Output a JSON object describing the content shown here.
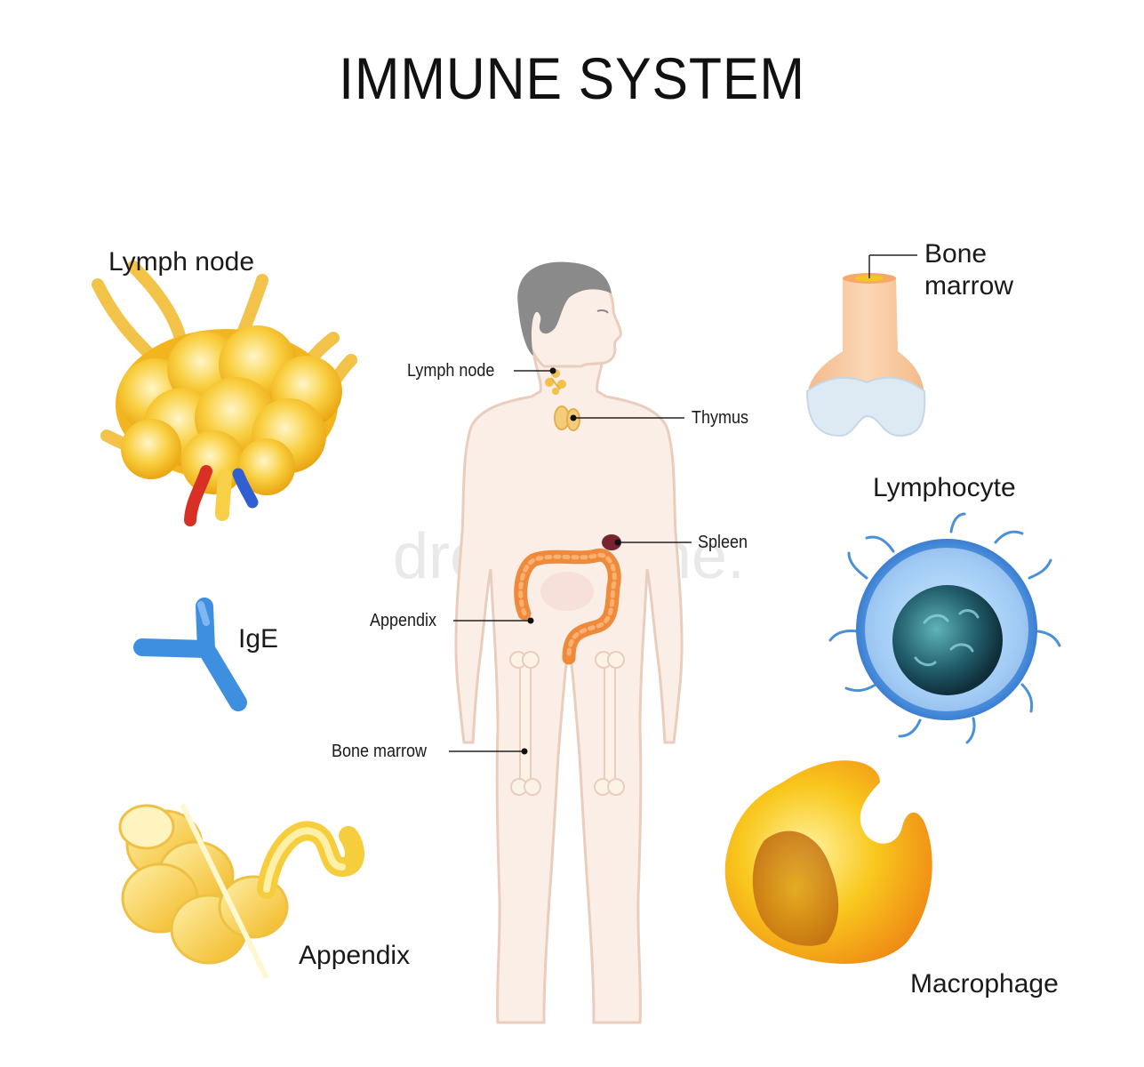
{
  "title": "IMMUNE SYSTEM",
  "watermark": "dreamstime.",
  "panels": {
    "lymph_node": "Lymph node",
    "ige": "IgE",
    "appendix": "Appendix",
    "bone_marrow": "Bone\nmarrow",
    "lymphocyte": "Lymphocyte",
    "macrophage": "Macrophage"
  },
  "body_callouts": {
    "lymph_node": "Lymph node",
    "thymus": "Thymus",
    "spleen": "Spleen",
    "appendix": "Appendix",
    "bone_marrow": "Bone marrow"
  },
  "colors": {
    "skin": "#fbeee6",
    "skin_outline": "#e9cdbd",
    "hair": "#8a8a8a",
    "lymph_yellow": "#f7c62e",
    "lymph_light": "#fde68a",
    "artery_red": "#d93025",
    "vein_blue": "#2f5fd0",
    "ige_blue": "#3f8fe0",
    "lymphocyte_blue": "#4a90d9",
    "nucleus_teal": "#2b6d7a",
    "bone_cream": "#f6c9a0",
    "cartilage": "#dde9f3",
    "colon_orange": "#ef8a3c",
    "spleen_dark": "#7a2330",
    "macrophage_yellow": "#f8c21a",
    "macrophage_orange": "#f08a1c"
  }
}
